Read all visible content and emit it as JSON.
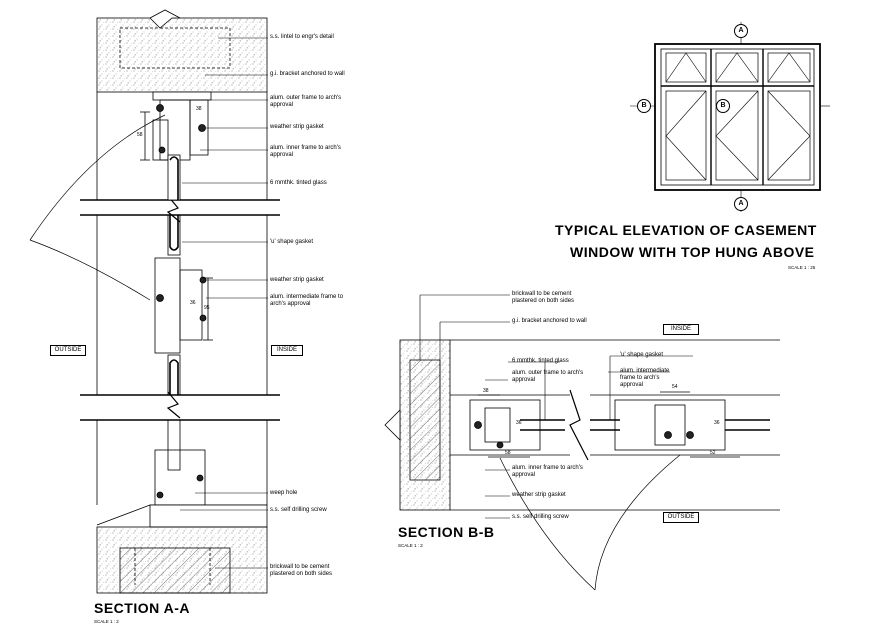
{
  "section_aa": {
    "title": "SECTION A-A",
    "scale": "SCALE 1 : 2",
    "outside": "OUTSIDE",
    "inside": "INSIDE",
    "callouts": [
      "s.s. lintel to engr's detail",
      "g.i. bracket anchored to wall",
      "alum. outer frame to arch's approval",
      "weather strip gasket",
      "alum. inner frame to arch's approval",
      "6 mmthk. tinted glass",
      "'u' shape gasket",
      "weather strip gasket",
      "alum. intermediate frame to arch's approval",
      "weep hole",
      "s.s. self drilling screw",
      "brickwall to be cement plastered on both sides"
    ],
    "dims": [
      "58",
      "38",
      "36",
      "95"
    ]
  },
  "section_bb": {
    "title": "SECTION B-B",
    "scale": "SCALE 1 : 2",
    "inside": "INSIDE",
    "outside": "OUTSIDE",
    "callouts": [
      "brickwall to be cement plastered on both sides",
      "g.i. bracket anchored to wall",
      "6 mmthk. tinted glass",
      "alum. outer frame to arch's approval",
      "'u' shape gasket",
      "alum. intermediate frame to arch's approval",
      "alum. inner frame to arch's approval",
      "weather strip gasket",
      "s.s. self drilling screw"
    ],
    "dims": [
      "38",
      "36",
      "58",
      "54",
      "36",
      "52"
    ]
  },
  "elevation": {
    "title_line1": "TYPICAL ELEVATION OF CASEMENT",
    "title_line2": "WINDOW WITH TOP HUNG ABOVE",
    "scale": "SCALE 1 : 25",
    "markers": [
      "A",
      "B",
      "B",
      "A"
    ]
  },
  "colors": {
    "line": "#000000",
    "hatch": "#555555",
    "background": "#ffffff"
  }
}
